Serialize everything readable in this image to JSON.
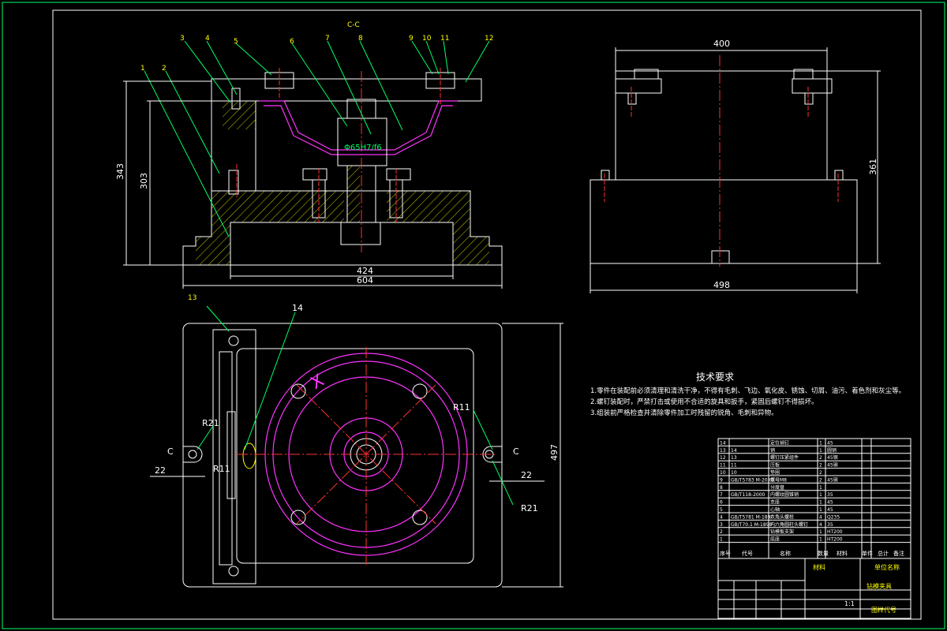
{
  "view_labels": {
    "section_marker": "C-C",
    "dim_343": "343",
    "dim_303": "303",
    "dim_424": "424",
    "dim_604": "604",
    "dim_400": "400",
    "dim_361": "361",
    "dim_498": "498",
    "dim_497": "497",
    "dim_22_left": "22",
    "dim_22_right": "22",
    "fit_label": "Φ65H7/f6",
    "r11_left": "R11",
    "r21_left": "R21",
    "r11_right": "R11",
    "r21_right": "R21",
    "c_left": "C",
    "c_right": "C"
  },
  "balloons": [
    "1",
    "2",
    "3",
    "4",
    "5",
    "6",
    "7",
    "8",
    "9",
    "10",
    "11",
    "12",
    "13",
    "14"
  ],
  "tech_requirements": {
    "title": "技术要求",
    "items": [
      "1.零件在装配前必须清理和清洗干净，不得有毛刺、飞边、氧化皮、锈蚀、切屑、油污、着色剂和灰尘等。",
      "2.螺钉装配时，严禁打击或使用不合适的旋具和扳手，紧固后螺钉不得损坏。",
      "3.组装前严格检查并清除零件加工时残留的锐角、毛刺和异物。"
    ]
  },
  "bom": {
    "header": [
      "序号",
      "代号",
      "名称",
      "数量",
      "材料",
      "单件",
      "总计",
      "备注"
    ],
    "rows": [
      [
        "14",
        "",
        "定位销钉",
        "1",
        "45",
        ""
      ],
      [
        "13",
        "14",
        "销",
        "1",
        "圆销",
        ""
      ],
      [
        "12",
        "13",
        "螺钉压紧组件",
        "2",
        "45钢",
        ""
      ],
      [
        "11",
        "11",
        "压板",
        "2",
        "45钢",
        ""
      ],
      [
        "10",
        "10",
        "垫圈",
        "2",
        "",
        ""
      ],
      [
        "9",
        "GB/T5783 M-20X0",
        "螺母M8",
        "2",
        "45钢",
        ""
      ],
      [
        "8",
        "",
        "分度盘",
        "1",
        "",
        ""
      ],
      [
        "7",
        "GB/T118-2000",
        "内螺纹圆锥销",
        "1",
        "35",
        ""
      ],
      [
        "6",
        "",
        "支座",
        "1",
        "45",
        ""
      ],
      [
        "5",
        "",
        "心轴",
        "1",
        "45",
        ""
      ],
      [
        "4",
        "GB/T5781 M-1890",
        "六角头螺栓",
        "4",
        "Q235",
        ""
      ],
      [
        "3",
        "GB/T70.1 M-1890",
        "内六角圆柱头螺钉",
        "4",
        "35",
        ""
      ],
      [
        "2",
        "",
        "钻模板支架",
        "1",
        "HT200",
        ""
      ],
      [
        "1",
        "",
        "底座",
        "1",
        "HT200",
        ""
      ]
    ]
  },
  "title_block": {
    "drawing_name": "钻模夹具",
    "scale": "1:1",
    "drawing_code": "图样代号",
    "material_label": "材料",
    "company_label": "单位名称"
  }
}
